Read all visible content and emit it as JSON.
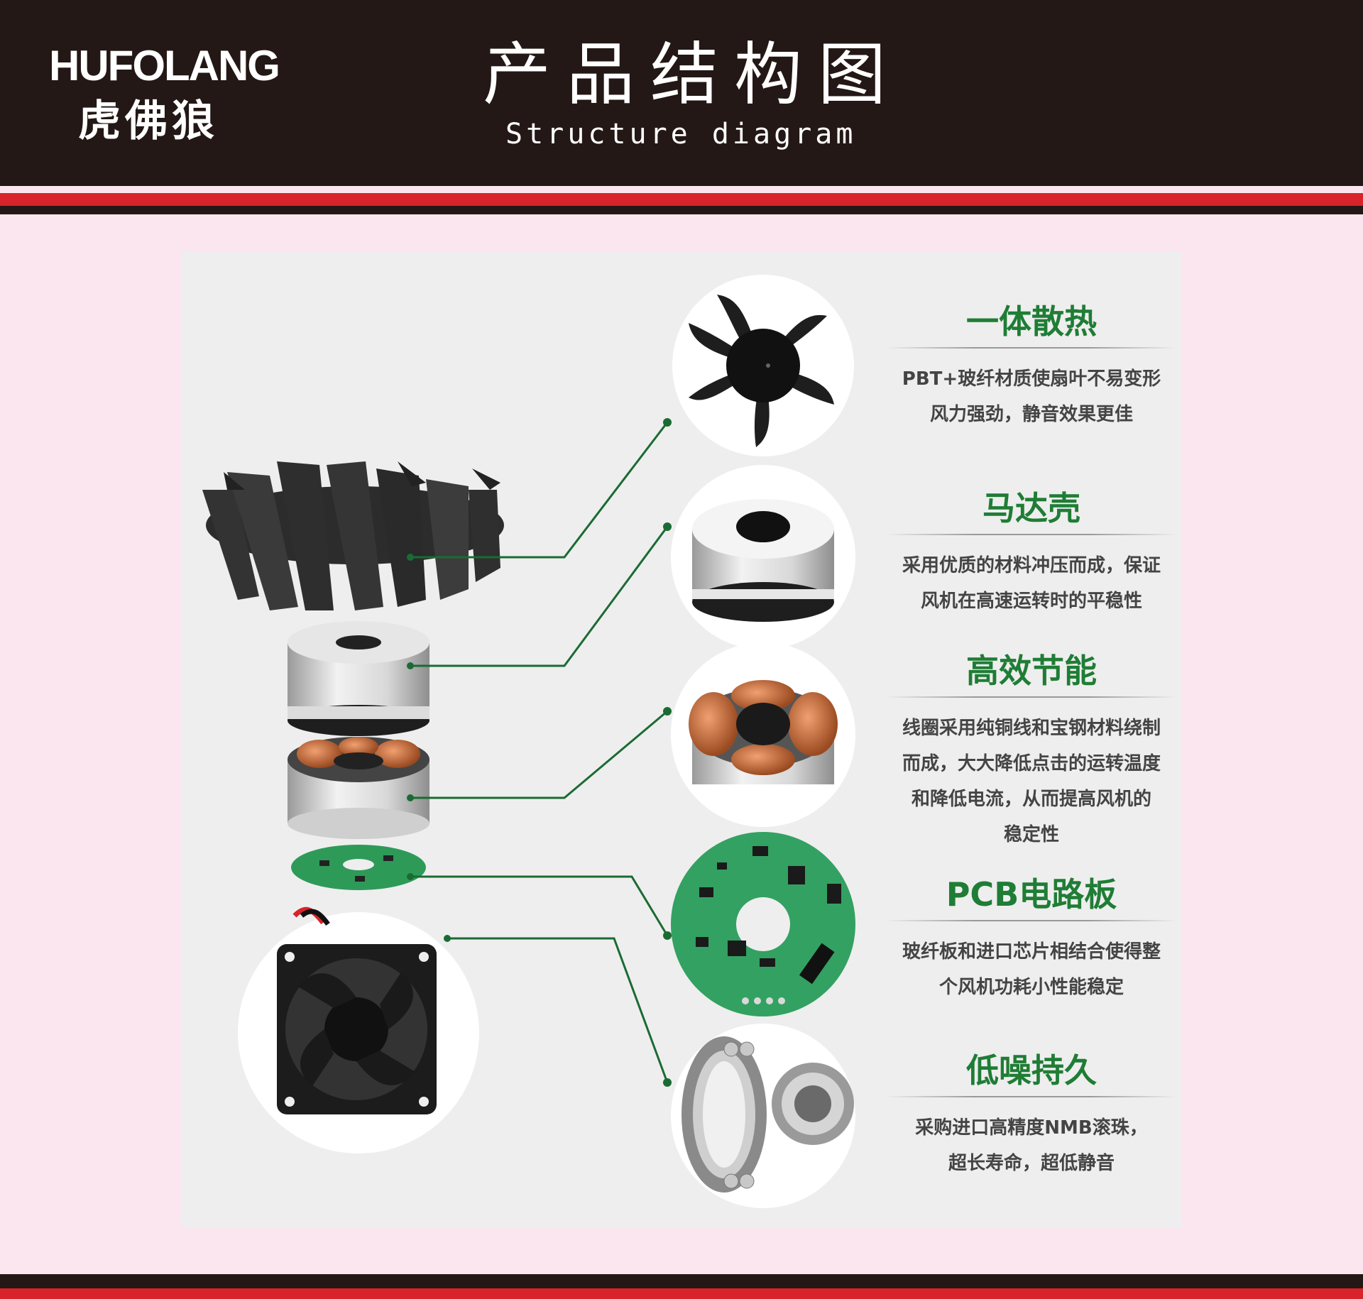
{
  "header": {
    "brand_en": "HUFOLANG",
    "brand_cn": "虎佛狼",
    "title_cn": "产品结构图",
    "title_en": "Structure diagram"
  },
  "features": [
    {
      "title": "一体散热",
      "lines": [
        "PBT+玻纤材质使扇叶不易变形",
        "风力强劲，静音效果更佳"
      ]
    },
    {
      "title": "马达壳",
      "lines": [
        "采用优质的材料冲压而成，保证",
        "风机在高速运转时的平稳性"
      ]
    },
    {
      "title": "高效节能",
      "lines": [
        "线圈采用纯铜线和宝钢材料绕制",
        "而成，大大降低点击的运转温度",
        "和降低电流，从而提高风机的",
        "稳定性"
      ]
    },
    {
      "title": "PCB电路板",
      "lines": [
        "玻纤板和进口芯片相结合使得整",
        "个风机功耗小性能稳定"
      ]
    },
    {
      "title": "低噪持久",
      "lines": [
        "采购进口高精度NMB滚珠，",
        "超长寿命，超低静音"
      ]
    }
  ],
  "colors": {
    "header_bg": "#231815",
    "accent_red": "#d8232a",
    "title_green": "#1f7d35",
    "page_bg": "#fbe6ef"
  }
}
